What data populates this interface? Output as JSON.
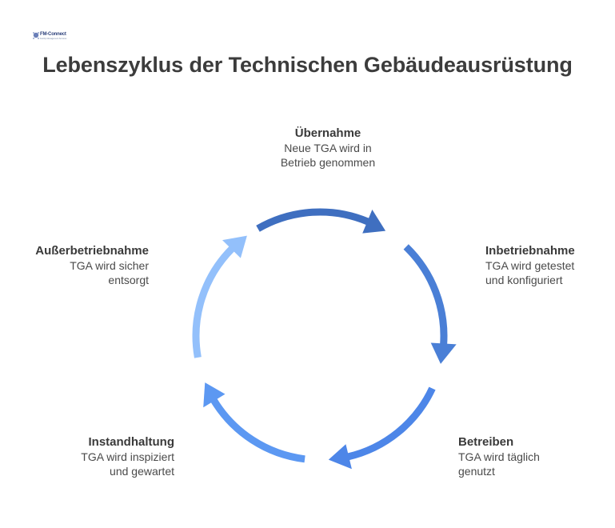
{
  "logo": {
    "name": "FM-Connect",
    "tagline": "Facility Management Services"
  },
  "title": "Lebenszyklus der Technischen Gebäudeausrüstung",
  "steps": [
    {
      "title": "Übernahme",
      "desc1": "Neue TGA wird in",
      "desc2": "Betrieb genommen",
      "color": "#3f6fc0"
    },
    {
      "title": "Inbetriebnahme",
      "desc1": "TGA wird getestet",
      "desc2": "und konfiguriert",
      "color": "#4a7fd6"
    },
    {
      "title": "Betreiben",
      "desc1": "TGA wird täglich",
      "desc2": "genutzt",
      "color": "#4d86e8"
    },
    {
      "title": "Instandhaltung",
      "desc1": "TGA wird inspiziert",
      "desc2": "und gewartet",
      "color": "#5c98f2"
    },
    {
      "title": "Außerbetriebnahme",
      "desc1": "TGA wird sicher",
      "desc2": "entsorgt",
      "color": "#93c0fb"
    }
  ]
}
